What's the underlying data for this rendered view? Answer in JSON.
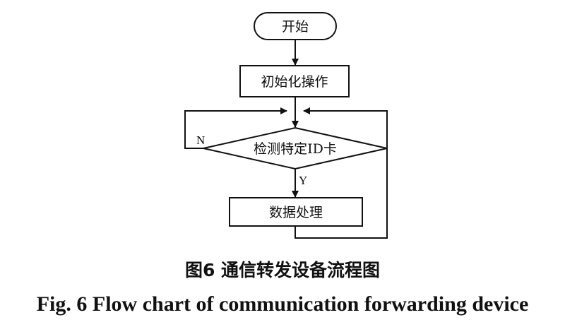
{
  "flowchart": {
    "start": "开始",
    "init": "初始化操作",
    "decision": "检测特定ID卡",
    "process": "数据处理",
    "label_no": "N",
    "label_yes": "Y"
  },
  "caption": {
    "chinese": "图6  通信转发设备流程图",
    "english": "Fig. 6  Flow chart of communication forwarding device"
  }
}
